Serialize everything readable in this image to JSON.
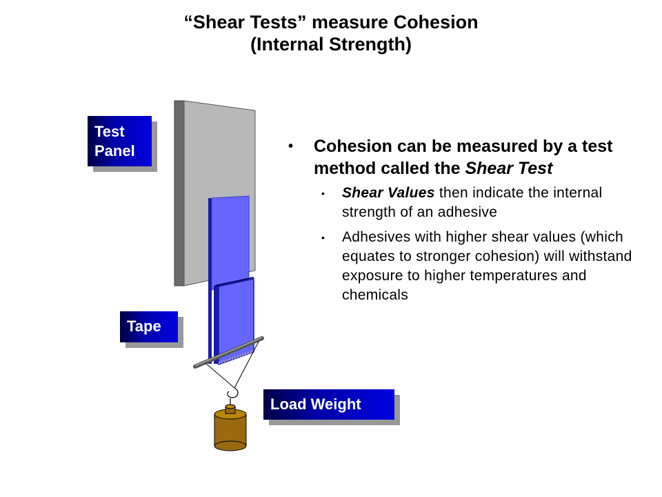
{
  "title": {
    "line1": "“Shear Tests” measure Cohesion",
    "line2": "(Internal Strength)"
  },
  "labels": {
    "test_panel_line1": "Test",
    "test_panel_line2": "Panel",
    "tape": "Tape",
    "load_weight": "Load Weight"
  },
  "bullets": {
    "main_prefix": "Cohesion can be measured by a test method called the ",
    "main_emphasis": "Shear Test",
    "sub1_emphasis": "Shear Values",
    "sub1_rest": " then indicate the internal strength of an adhesive",
    "sub2": "Adhesives with higher shear values (which equates to stronger cohesion) will withstand exposure to higher temperatures and chemicals"
  },
  "colors": {
    "label_bg": "#0000c0",
    "label_shadow": "#999999",
    "panel_face": "#b8b8b8",
    "panel_edge": "#6a6a6a",
    "tape": "#6666ff",
    "tape_dark": "#1a1aa8",
    "weight": "#9a6a10"
  }
}
